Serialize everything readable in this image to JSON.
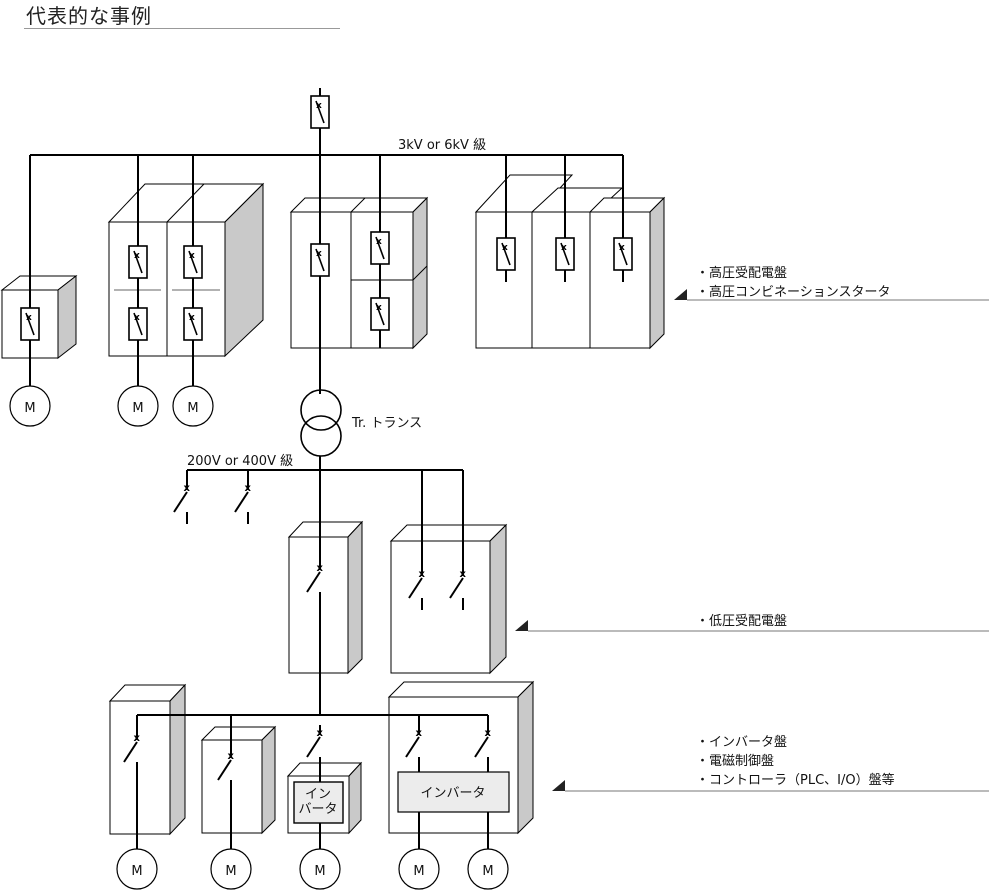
{
  "title": "代表的な事例",
  "hv_bus_label": "3kV or 6kV 級",
  "lv_bus_label": "200V or 400V 級",
  "transformer_label": "Tr. トランス",
  "motor_label": "M",
  "inverter_small_label": [
    "イン",
    "バータ"
  ],
  "inverter_label": "インバータ",
  "groups": {
    "hv": [
      "・高圧受配電盤",
      "・高圧コンビネーションスタータ"
    ],
    "lv": [
      "・低圧受配電盤"
    ],
    "ctrl": [
      "・インバータ盤",
      "・電磁制御盤",
      "・コントローラ（PLC、I/O）盤等"
    ]
  }
}
